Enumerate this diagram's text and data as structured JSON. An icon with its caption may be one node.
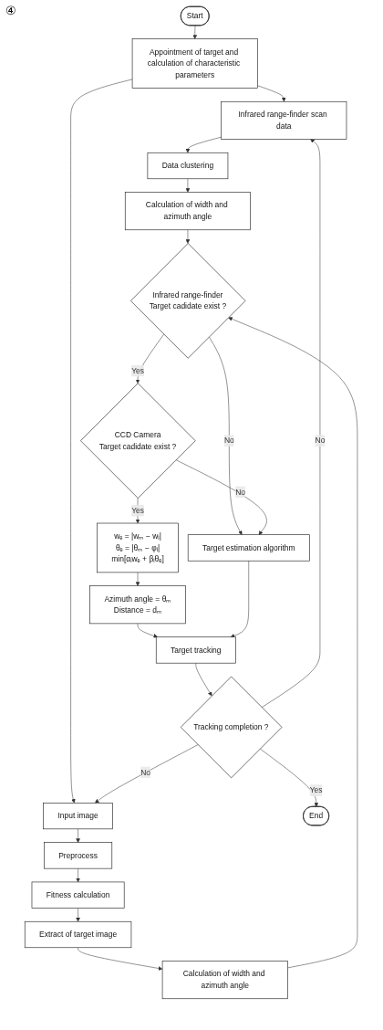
{
  "diagram": {
    "nodes": [
      {
        "text": [
          "Start"
        ]
      },
      {
        "text": [
          "Appointment of target and calculation of characteristic parameters"
        ]
      },
      {
        "text": [
          "Infrared range-finder scan data"
        ]
      },
      {
        "text": [
          "Data clustering"
        ]
      },
      {
        "text": [
          "Calculation of width and azimuth angle"
        ]
      },
      {
        "text": [
          "Input image"
        ]
      },
      {
        "text": [
          "Preprocess"
        ]
      },
      {
        "text": [
          "Fitness calculation"
        ]
      },
      {
        "text": [
          "Extract of target image"
        ]
      },
      {
        "text": [
          "Calculation of width and azimuth angle"
        ]
      },
      {
        "text": [
          "Infrared range-finder",
          "Target cadidate exist ?"
        ]
      },
      {
        "text": [
          "CCD Camera",
          "Target cadidate exist ?"
        ]
      },
      {
        "text": [
          "Target estimation algorithm"
        ]
      },
      {
        "text": [
          "wₑ = |wₘ − wᵢ|",
          "θₑ = |θₘ − φᵢ|",
          "min[αᵢwₑ + βᵢθₑ]"
        ]
      },
      {
        "text": [
          "Azimuth angle = θₘ",
          "Distance = dₘ"
        ]
      },
      {
        "text": [
          "Target tracking"
        ]
      },
      {
        "text": [
          "Tracking completion ?"
        ]
      },
      {
        "text": [
          "End"
        ]
      }
    ],
    "edges": [
      {
        "from": 0,
        "to": 1,
        "arrow": "to"
      },
      {
        "from": 1,
        "to": 2,
        "arrow": "to"
      },
      {
        "from": 1,
        "to": 5,
        "arrow": "to"
      },
      {
        "from": 2,
        "to": 3,
        "arrow": "to"
      },
      {
        "from": 3,
        "to": 4,
        "arrow": "to"
      },
      {
        "from": 5,
        "to": 6,
        "arrow": "to"
      },
      {
        "from": 6,
        "to": 7,
        "arrow": "to"
      },
      {
        "from": 7,
        "to": 8,
        "arrow": "to"
      },
      {
        "from": 8,
        "to": 9,
        "arrow": "to"
      },
      {
        "from": 4,
        "to": 10,
        "arrow": "to"
      },
      {
        "from": 9,
        "to": 10,
        "arrow": "to"
      },
      {
        "from": 10,
        "to": 12,
        "label": "No",
        "arrow": "to"
      },
      {
        "from": 10,
        "to": 11,
        "label": "Yes",
        "arrow": "to"
      },
      {
        "from": 11,
        "to": 12,
        "label": "No",
        "arrow": "to"
      },
      {
        "from": 11,
        "to": 13,
        "label": "Yes",
        "arrow": "to"
      },
      {
        "from": 13,
        "to": 14,
        "arrow": "to"
      },
      {
        "from": 14,
        "to": 15,
        "arrow": "to"
      },
      {
        "from": 12,
        "to": 15,
        "arrow": "to"
      },
      {
        "from": 15,
        "to": 16,
        "arrow": "to"
      },
      {
        "from": 16,
        "to": 17,
        "label": "Yes",
        "arrow": "to"
      },
      {
        "from": 16,
        "to": 2,
        "label": "No",
        "arrow": "to"
      },
      {
        "from": 16,
        "to": 5,
        "label": "No",
        "arrow": "to"
      }
    ],
    "labels": [
      "④"
    ]
  }
}
